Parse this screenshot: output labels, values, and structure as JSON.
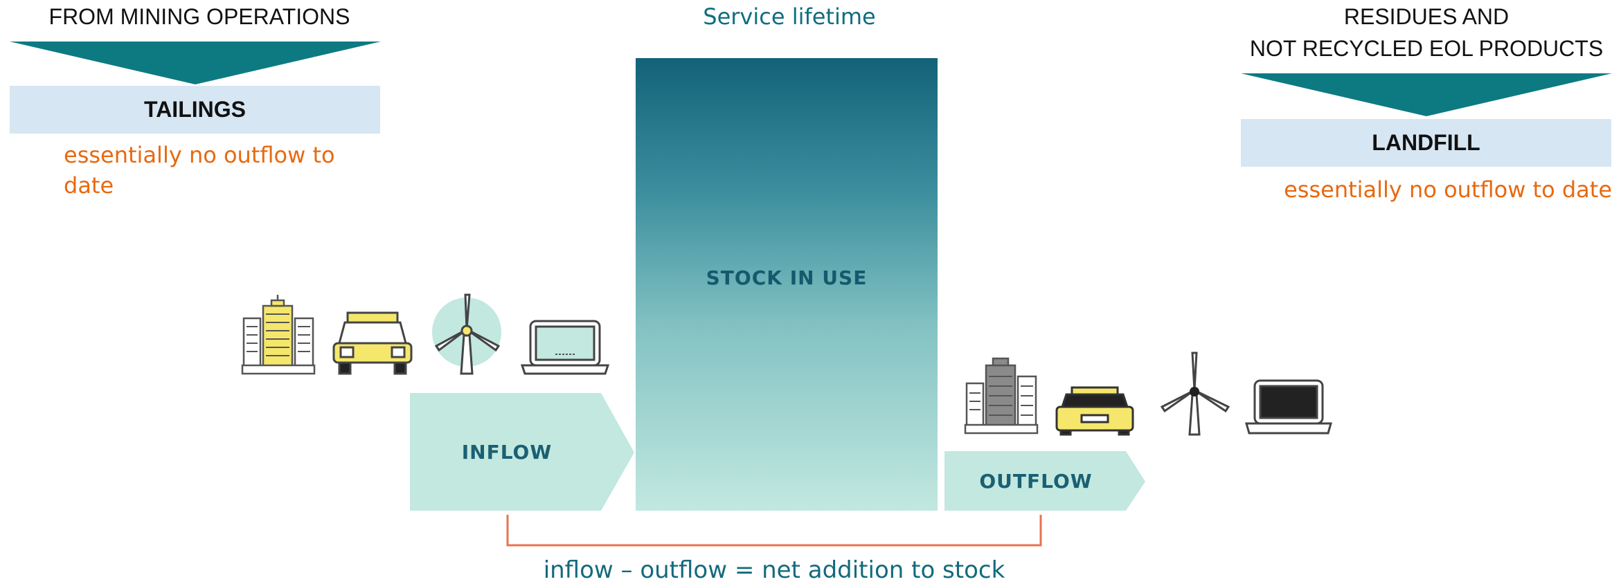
{
  "left_source": {
    "heading": "FROM MINING OPERATIONS",
    "box": "TAILINGS",
    "note": "essentially no outflow to date"
  },
  "right_source": {
    "heading_line1": "RESIDUES AND",
    "heading_line2": "NOT RECYCLED EOL PRODUCTS",
    "box": "LANDFILL",
    "note": "essentially no outflow to date"
  },
  "center": {
    "title": "Service lifetime",
    "stock_label": "STOCK IN USE"
  },
  "flows": {
    "inflow_label": "INFLOW",
    "outflow_label": "OUTFLOW"
  },
  "formula": "inflow – outflow = net addition to stock",
  "icons": {
    "inflow": [
      "building-icon",
      "car-icon",
      "wind-turbine-icon",
      "laptop-icon"
    ],
    "outflow": [
      "building-icon",
      "car-icon",
      "wind-turbine-icon",
      "laptop-icon"
    ]
  },
  "colors": {
    "teal_dark": "#0d7a82",
    "stock_top": "#136278",
    "stock_bottom": "#c2e8e0",
    "flow_fill": "#c2e8e0",
    "box_light": "#d6e6f3",
    "orange": "#e8690f",
    "bracket": "#e8734f",
    "yellow": "#f5e76b"
  }
}
